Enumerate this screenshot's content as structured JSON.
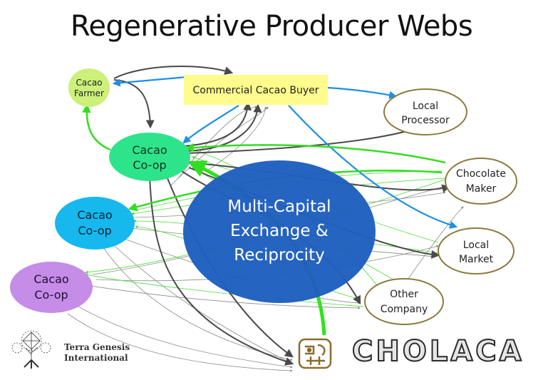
{
  "title": "Regenerative Producer Webs",
  "nodes": {
    "farmer": {
      "line1": "Cacao",
      "line2": "Farmer",
      "color": "#ccf07a"
    },
    "buyer": {
      "label": "Commercial Cacao Buyer",
      "color": "#fffb8c"
    },
    "processor": {
      "line1": "Local",
      "line2": "Processor"
    },
    "coop1": {
      "line1": "Cacao",
      "line2": "Co-op",
      "color": "#2ee48a"
    },
    "coop2": {
      "line1": "Cacao",
      "line2": "Co-op",
      "color": "#16b8ee"
    },
    "coop3": {
      "line1": "Cacao",
      "line2": "Co-op",
      "color": "#c58ce8"
    },
    "chocolate": {
      "line1": "Chocolate",
      "line2": "Maker"
    },
    "market": {
      "line1": "Local",
      "line2": "Market"
    },
    "other": {
      "line1": "Other",
      "line2": "Company"
    },
    "hub": {
      "line1": "Multi-Capital",
      "line2": "Exchange &",
      "line3": "Reciprocity",
      "color": "#1f5fbf"
    }
  },
  "logos": {
    "terra_line1": "Terra Genesis",
    "terra_line2": "International",
    "cholaca": "CHOLACA"
  },
  "colors": {
    "gray": "#4a4a4a",
    "blue": "#1a8fe8",
    "green": "#33dd22",
    "outline": "#8b7a3f"
  }
}
